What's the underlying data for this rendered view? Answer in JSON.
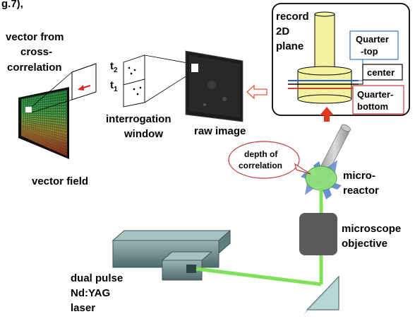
{
  "top_caption": "g.7),",
  "vector_from": [
    "vector from",
    "cross-",
    "correlation"
  ],
  "vector_field": "vector field",
  "t2": "t",
  "t2_sub": "2",
  "t1": "t",
  "t1_sub": "1",
  "interrogation_window": [
    "interrogation",
    "window"
  ],
  "raw_image": "raw image",
  "record_2d_plane": [
    "record",
    "2D",
    "plane"
  ],
  "quarter_top": [
    "Quarter",
    "-top"
  ],
  "center": "center",
  "quarter_bottom": [
    "Quarter-",
    "bottom"
  ],
  "depth_of_correlation": [
    "depth of",
    "correlation"
  ],
  "micro_reactor": [
    "micro-",
    "reactor"
  ],
  "microscope_objective": [
    "microscope",
    "objective"
  ],
  "laser": [
    "dual pulse",
    "Nd:YAG",
    "laser"
  ],
  "colors": {
    "laser_green": "#7fe05a",
    "record_border": "#000000",
    "quarter_top_border": "#3b78c8",
    "quarter_bottom_border": "#c83a3a",
    "red_arrow": "#e03a1e",
    "reactor_green": "#8ee07a",
    "cylinder_yellow": "#f6f3a0"
  }
}
